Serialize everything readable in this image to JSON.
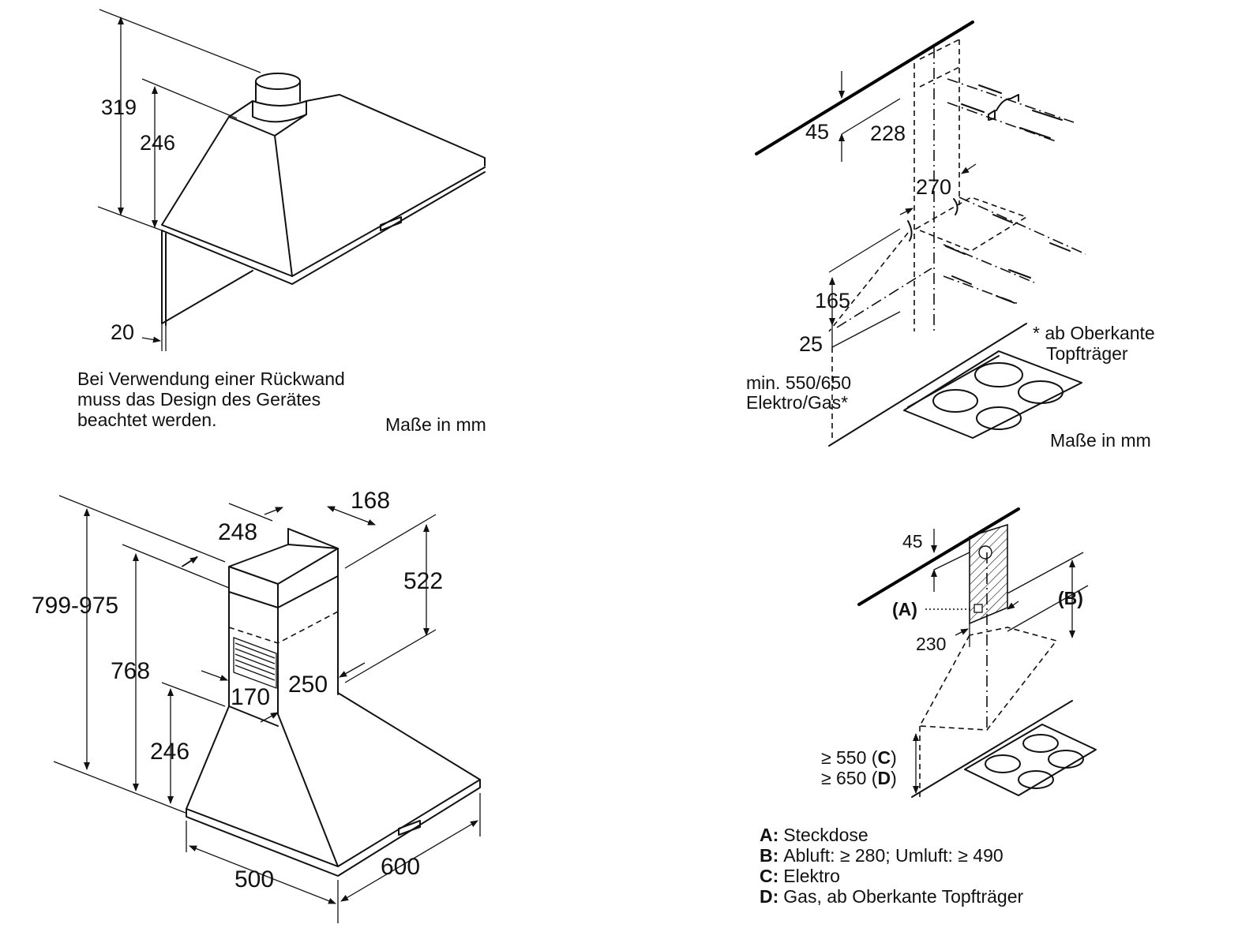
{
  "panel_top_left": {
    "dim_319": "319",
    "dim_246": "246",
    "dim_20": "20",
    "note_line1": "Bei Verwendung einer Rückwand",
    "note_line2": "muss das Design des Gerätes",
    "note_line3": "beachtet werden.",
    "units": "Maße in mm"
  },
  "panel_top_right": {
    "dim_45": "45",
    "dim_228": "228",
    "dim_270": "270",
    "dim_165": "165",
    "dim_25": "25",
    "min_line1": "min. 550/650",
    "min_line2": "Elektro/Gas*",
    "footnote_line1": "* ab Oberkante",
    "footnote_line2": "Topfträger",
    "units": "Maße in mm"
  },
  "panel_bottom_left": {
    "dim_168": "168",
    "dim_248": "248",
    "dim_522": "522",
    "dim_799_975": "799-975",
    "dim_768": "768",
    "dim_246": "246",
    "dim_170": "170",
    "dim_250": "250",
    "dim_500": "500",
    "dim_600": "600"
  },
  "panel_bottom_right": {
    "dim_45": "45",
    "label_a": "(A)",
    "label_b": "(B)",
    "dim_230": "230",
    "dim_550_prefix": "≥ 550 (",
    "dim_550_letter": "C",
    "dim_550_suffix": ")",
    "dim_650_prefix": "≥ 650 (",
    "dim_650_letter": "D",
    "dim_650_suffix": ")",
    "legend": [
      {
        "key": "A:",
        "text": "Steckdose"
      },
      {
        "key": "B:",
        "text": "Abluft: ≥ 280; Umluft: ≥ 490"
      },
      {
        "key": "C:",
        "text": "Elektro"
      },
      {
        "key": "D:",
        "text": "Gas, ab Oberkante Topfträger"
      }
    ]
  }
}
